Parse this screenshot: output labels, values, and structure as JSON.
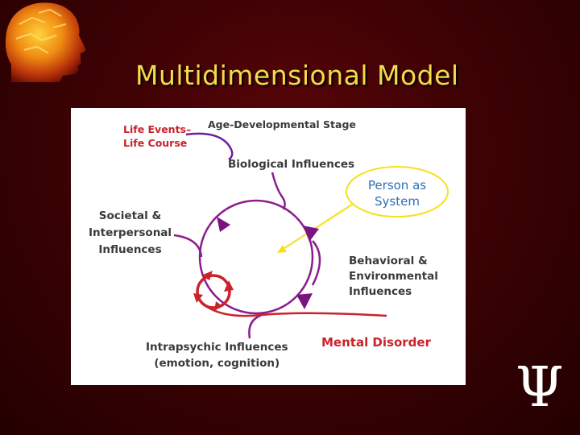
{
  "slide": {
    "title": "Multidimensional Model",
    "psi_symbol": "Ψ"
  },
  "diagram": {
    "life_events": [
      "Life Events–",
      "Life Course"
    ],
    "age_stage": "Age-Developmental Stage",
    "biological": "Biological Influences",
    "person_system": [
      "Person as",
      "System"
    ],
    "societal": [
      "Societal &",
      "Interpersonal",
      "Influences"
    ],
    "behavioral": [
      "Behavioral &",
      "Environmental",
      "Influences"
    ],
    "intrapsychic": [
      "Intrapsychic Influences",
      "(emotion, cognition)"
    ],
    "mental_disorder": "Mental Disorder"
  },
  "colors": {
    "background": "#3e0204",
    "title": "#f2dc4a",
    "purple": "#8b1d8e",
    "red": "#c8232b",
    "blue": "#2f6fb7",
    "yellow": "#f5e21a",
    "label_gray": "#3a3a3a"
  },
  "icons": {
    "logo": "glowing-head-profile-icon",
    "psi": "psi-glyph"
  }
}
